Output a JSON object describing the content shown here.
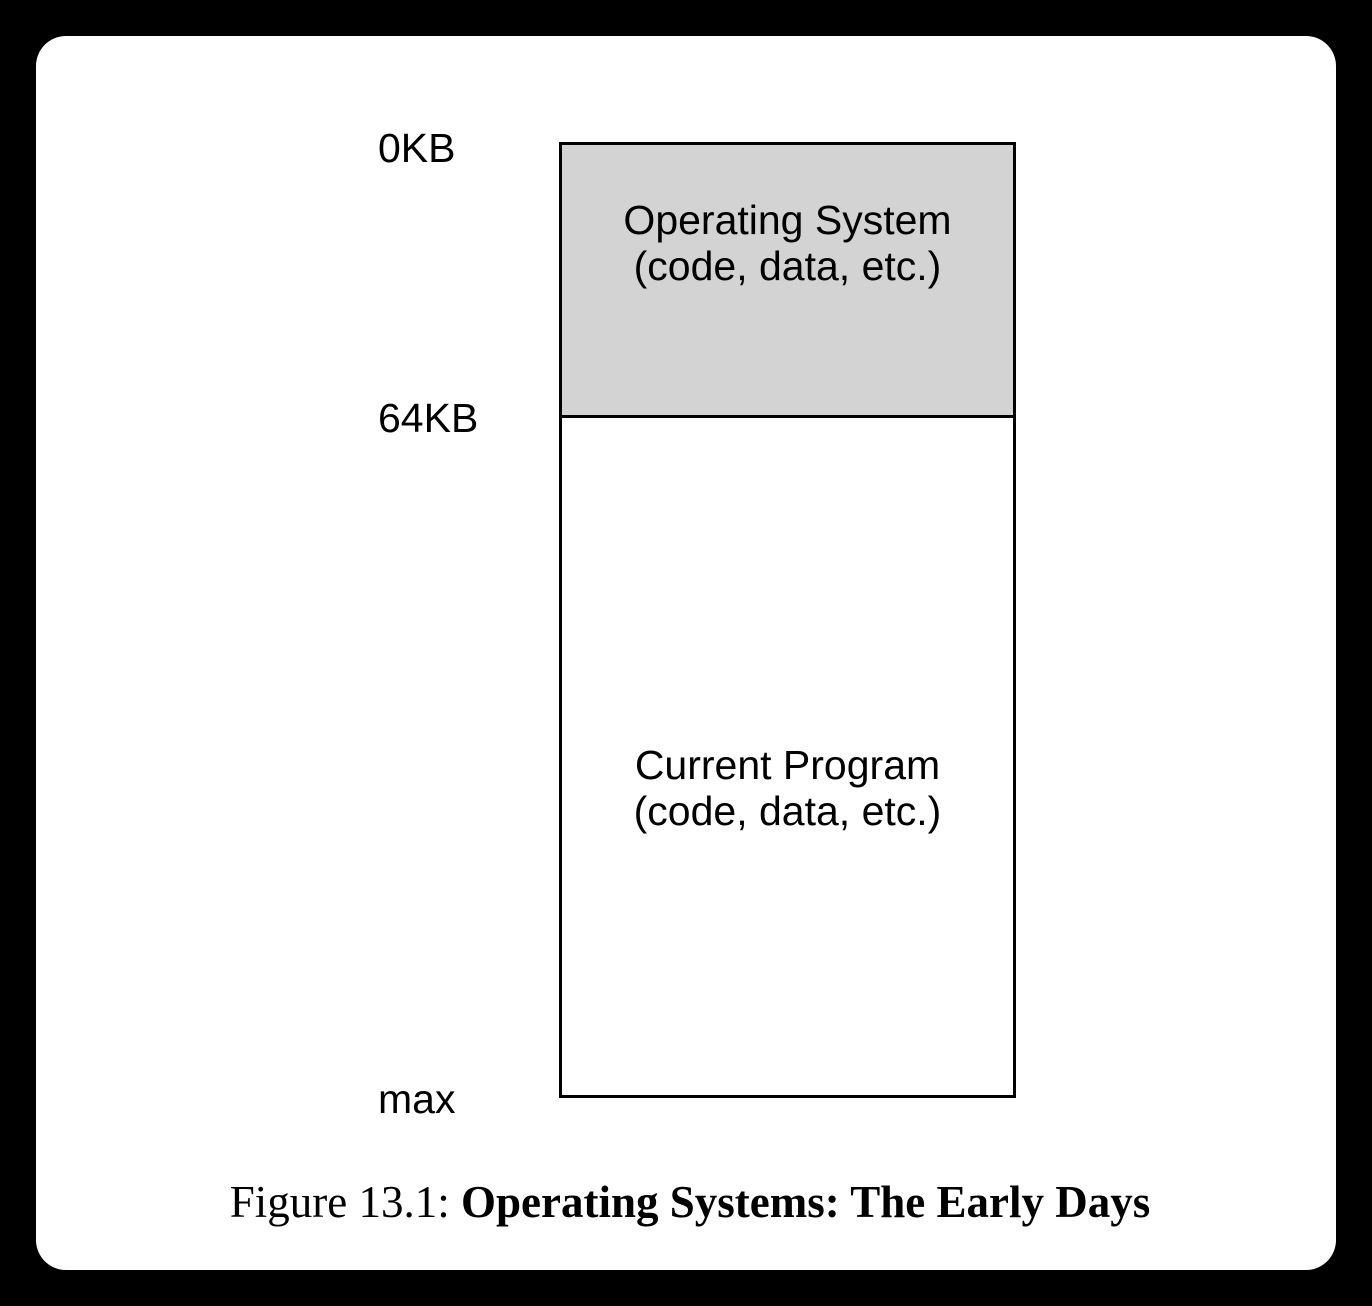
{
  "diagram": {
    "address_labels": {
      "top": "0KB",
      "boundary": "64KB",
      "bottom": "max"
    },
    "segments": [
      {
        "line1": "Operating System",
        "line2": "(code, data, etc.)",
        "fill_color": "#d3d3d3"
      },
      {
        "line1": "Current Program",
        "line2": "(code, data, etc.)",
        "fill_color": "#ffffff"
      }
    ]
  },
  "caption": {
    "label": "Figure 13.1:",
    "title": "Operating Systems: The Early Days"
  }
}
